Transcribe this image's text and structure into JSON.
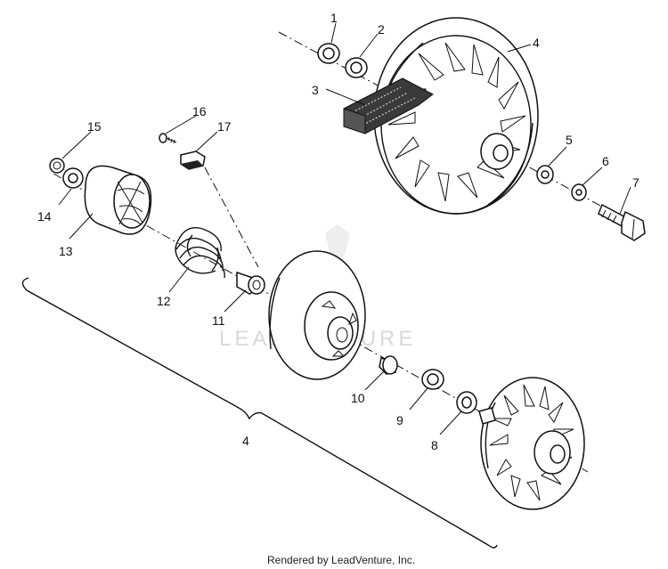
{
  "diagram": {
    "watermark": "LEADVENTURE",
    "footer": "Rendered by LeadVenture, Inc.",
    "callouts": {
      "c1": "1",
      "c2": "2",
      "c3": "3",
      "c4": "4",
      "c5": "5",
      "c6": "6",
      "c7": "7",
      "c8": "8",
      "c9": "9",
      "c10": "10",
      "c11": "11",
      "c12": "12",
      "c13": "13",
      "c14": "14",
      "c15": "15",
      "c16": "16",
      "c17": "17",
      "group4": "4"
    }
  }
}
